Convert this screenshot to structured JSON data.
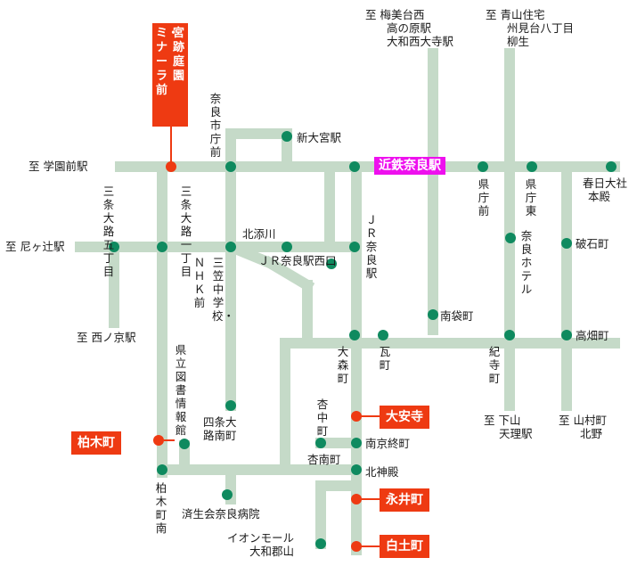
{
  "colors": {
    "route": "#c5dac8",
    "stop": "#0f8a5f",
    "highlight": "#ee3a12",
    "station": "#ee10ee",
    "label": "#1a1a1a"
  },
  "directions": {
    "gakuenmae": "至 学園前駅",
    "amagatsuji": "至 尼ヶ辻駅",
    "nishinokyo": "至 西ノ京駅",
    "umemidai": [
      "至 梅美台西",
      "高の原駅",
      "大和西大寺駅"
    ],
    "aoyama": [
      "至 青山住宅",
      "州見台八丁目",
      "柳生"
    ],
    "shimoyama": [
      "至 下山",
      "天理駅"
    ],
    "yamamura": [
      "至 山村町",
      "北野"
    ]
  },
  "stations": {
    "kintetsu_nara": "近鉄奈良駅"
  },
  "highlights": {
    "miyaato": "宮跡庭園・ミ・ナーラ前",
    "daianji": "大安寺",
    "kashiwagi": "柏木町",
    "nagai": "永井町",
    "shirotsuchi": "白土町"
  },
  "stops": {
    "shimin_chosha": "奈良市庁前",
    "shin_omiya": "新大宮駅",
    "sanjo_5": "三条大路五丁目",
    "sanjo_1": "三条大路一丁目",
    "kitasoegawa": "北添川",
    "nhk": "ＮＨＫ前",
    "mikasa": "三笠中学校・",
    "jr_nara_nishi": "ＪＲ奈良駅西口",
    "jr_nara": "ＪＲ奈良駅",
    "kencho_mae": "県庁前",
    "kencho_higashi": "県庁東",
    "kasuga": [
      "春日大社",
      "本殿"
    ],
    "nara_hotel": "奈良ホテル",
    "haiseki": "破石町",
    "nantai": "南袋町",
    "omori": "大森町",
    "kawara": "瓦町",
    "kidera": "紀寺町",
    "takabatake": "高畑町",
    "library": "県立図書情報館",
    "shijo": "四条大路南町",
    "kyunaka": "杏中町",
    "kyunan": "杏南町",
    "nankyo": "南京終町",
    "kitagoten": "北神殿",
    "kashiwagi_minami": "柏木町南",
    "saiseikai": "済生会奈良病院",
    "aeon": [
      "イオンモール",
      "大和郡山"
    ]
  }
}
